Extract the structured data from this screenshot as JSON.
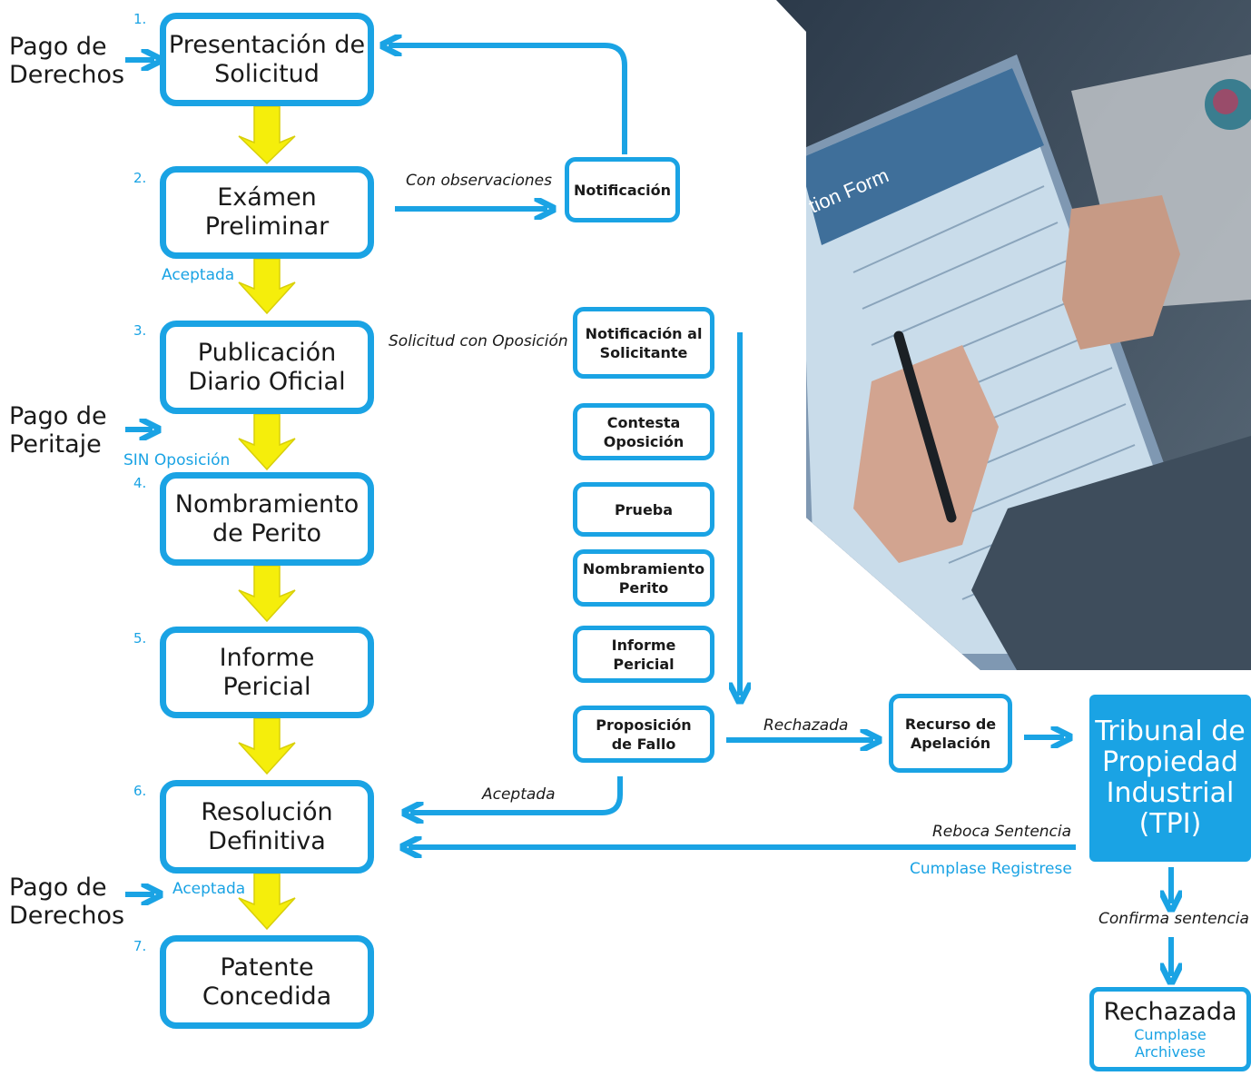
{
  "steps": [
    {
      "num": "1.",
      "line1": "Presentación de",
      "line2": "Solicitud"
    },
    {
      "num": "2.",
      "line1": "Exámen",
      "line2": "Preliminar"
    },
    {
      "num": "3.",
      "line1": "Publicación",
      "line2": "Diario Oficial"
    },
    {
      "num": "4.",
      "line1": "Nombramiento",
      "line2": "de Perito"
    },
    {
      "num": "5.",
      "line1": "Informe",
      "line2": "Pericial"
    },
    {
      "num": "6.",
      "line1": "Resolución",
      "line2": "Definitiva"
    },
    {
      "num": "7.",
      "line1": "Patente",
      "line2": "Concedida"
    }
  ],
  "side_inputs": [
    {
      "line1": "Pago de",
      "line2": "Derechos"
    },
    {
      "line1": "Pago de",
      "line2": "Peritaje"
    },
    {
      "line1": "Pago de",
      "line2": "Derechos"
    }
  ],
  "labels": {
    "aceptada_1": "Aceptada",
    "sin_oposicion": "SIN Oposición",
    "aceptada_2": "Aceptada",
    "con_observaciones": "Con observaciones",
    "solicitud_con_oposicion": "Solicitud con Oposición",
    "aceptada_fallo": "Aceptada",
    "rechazada_fallo": "Rechazada",
    "reboca_sentencia": "Reboca Sentencia",
    "cumplase_registrese": "Cumplase Registrese",
    "confirma_sentencia": "Confirma sentencia"
  },
  "notificacion": "Notificación",
  "opposition_steps": [
    {
      "line1": "Notificación al",
      "line2": "Solicitante"
    },
    {
      "line1": "Contesta",
      "line2": "Oposición"
    },
    {
      "line1": "Prueba",
      "line2": ""
    },
    {
      "line1": "Nombramiento",
      "line2": "Perito"
    },
    {
      "line1": "Informe",
      "line2": "Pericial"
    },
    {
      "line1": "Proposición",
      "line2": "de Fallo"
    }
  ],
  "recurso": {
    "line1": "Recurso de",
    "line2": "Apelación"
  },
  "tpi": {
    "line1": "Tribunal de",
    "line2": "Propiedad",
    "line3": "Industrial",
    "line4": "(TPI)"
  },
  "rechazada": {
    "title": "Rechazada",
    "sub1": "Cumplase",
    "sub2": "Archivese"
  },
  "photo_form_title": "tion Form",
  "colors": {
    "accent": "#1aa3e4",
    "arrow_yellow": "#f5ee0b",
    "arrow_yellow_stroke": "#d8cf0a"
  }
}
